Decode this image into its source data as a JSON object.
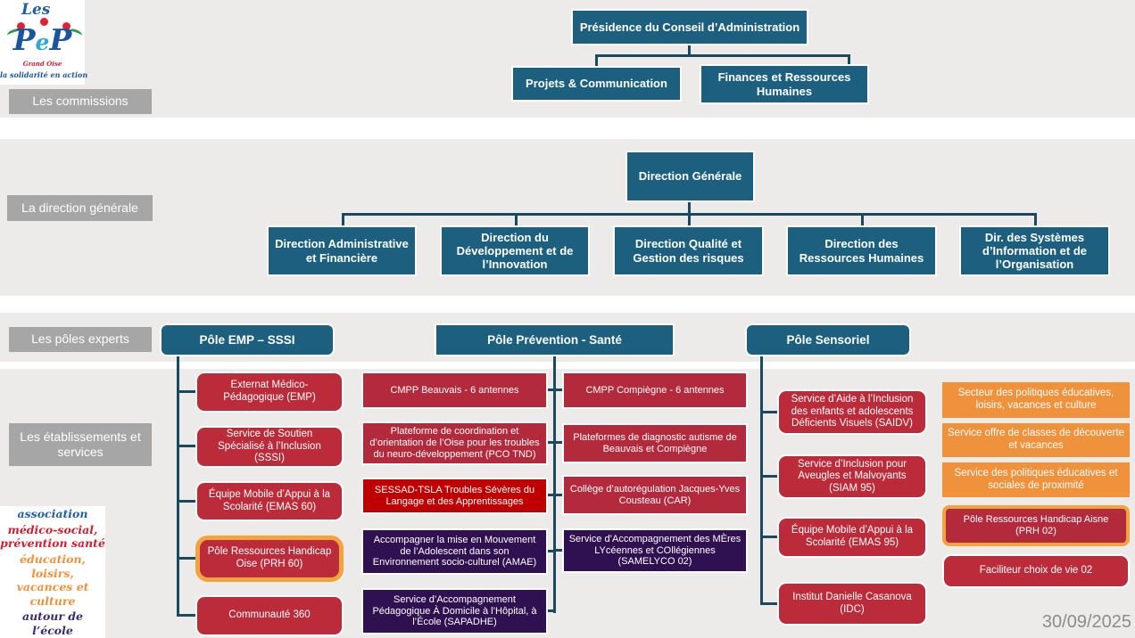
{
  "palette": {
    "teal_box": "#1C5F7F",
    "connector": "#1A4A60",
    "crimson_rounded": "#BC2B39",
    "crimson_squared": "#B32A3C",
    "bright_red": "#C00000",
    "dark_purple": "#2F1050",
    "orange": "#F0913C",
    "orange_border": "#F2A33C",
    "label_gray": "#A6A6A6",
    "band_gray": "#EDEBE9",
    "date_gray": "#8C8C8C"
  },
  "logo": {
    "les": "Les",
    "p1": "P",
    "e": "e",
    "p2": "P",
    "region": "Grand Oise",
    "tagline": "la solidarité en action"
  },
  "section_labels": {
    "commissions": "Les commissions",
    "direction_generale": "La direction générale",
    "poles_experts": "Les pôles experts",
    "etablissements": "Les établissements et services"
  },
  "governance": {
    "root": "Présidence du Conseil d’Administration",
    "commissions": [
      "Projets & Communication",
      "Finances et Ressources Humaines"
    ]
  },
  "direction_generale": {
    "root": "Direction Générale",
    "directions": [
      "Direction Administrative et Financière",
      "Direction du Développement et de l’Innovation",
      "Direction Qualité et Gestion des risques",
      "Direction des Ressources Humaines",
      "Dir. des Systèmes d’Information et de l’Organisation"
    ]
  },
  "poles": {
    "emp": "Pôle EMP – SSSI",
    "prevention": "Pôle Prévention - Santé",
    "sensoriel": "Pôle Sensoriel"
  },
  "etablissements": {
    "pole_emp": [
      "Externat Médico-Pédagogique (EMP)",
      "Service de Soutien Spécialisé à l’Inclusion (SSSI)",
      "Équipe Mobile d’Appui à la Scolarité (EMAS 60)",
      "Pôle Ressources Handicap Oise (PRH 60)",
      "Communauté 360"
    ],
    "pole_prevention_col1": [
      "CMPP Beauvais - 6 antennes",
      "Plateforme de coordination et d’orientation de l’Oise pour les troubles du neuro-développement (PCO TND)",
      "SESSAD-TSLA Troubles Sévères du Langage et des Apprentissages",
      "Accompagner la mise en Mouvement de l’Adolescent dans son Environnement socio-culturel (AMAE)",
      "Service d’Accompagnement Pédagogique À Domicile à l’Hôpital, à l’École (SAPADHE)"
    ],
    "pole_prevention_col2": [
      "CMPP Compiègne - 6 antennes",
      "Plateformes de diagnostic autisme de Beauvais et Compiègne",
      "Collège d’autorégulation Jacques-Yves Cousteau (CAR)",
      "Service d’Accompagnement des MÈres LYcéennes et COllégiennes (SAMELYCO 02)"
    ],
    "pole_sensoriel": [
      "Service d’Aide à l’Inclusion des enfants et adolescents Déficients Visuels (SAIDV)",
      "Service d’Inclusion pour Aveugles et Malvoyants (SIAM 95)",
      "Équipe Mobile d’Appui à la Scolarité (EMAS 95)",
      "Institut Danielle Casanova (IDC)"
    ],
    "secteur_educatif": [
      "Secteur des politiques éducatives, loisirs, vacances et culture",
      "Service offre de classes de découverte et vacances",
      "Service des politiques éducatives et sociales de proximité",
      "Pôle Ressources Handicap Aisne (PRH 02)",
      "Faciliteur choix de vie 02"
    ]
  },
  "legend": {
    "items": [
      "association",
      "médico-social,\nprévention santé",
      "éducation, loisirs,\nvacances et culture",
      "autour de l’école"
    ]
  },
  "footer": {
    "date": "30/09/2025"
  }
}
